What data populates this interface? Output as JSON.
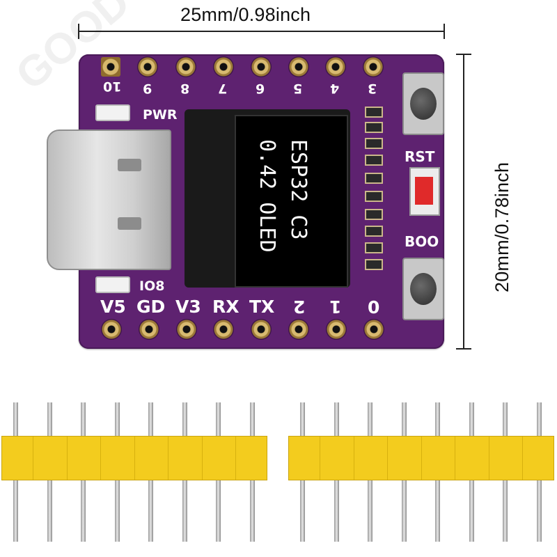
{
  "dimensions": {
    "width_label": "25mm/0.98inch",
    "height_label": "20mm/0.78inch"
  },
  "board": {
    "color": "#5e2270",
    "top_pins": [
      "10",
      "9",
      "8",
      "7",
      "6",
      "5",
      "4",
      "3"
    ],
    "bottom_pins": [
      "V5",
      "GD",
      "V3",
      "RX",
      "TX",
      "2",
      "1",
      "0"
    ],
    "labels": {
      "pwr": "PWR",
      "io8": "IO8",
      "rst": "RST",
      "boo": "BOO"
    },
    "oled": {
      "line1": "ESP32 C3",
      "line2": "0.42 OLED"
    }
  },
  "header_color": "#f3cc1e"
}
